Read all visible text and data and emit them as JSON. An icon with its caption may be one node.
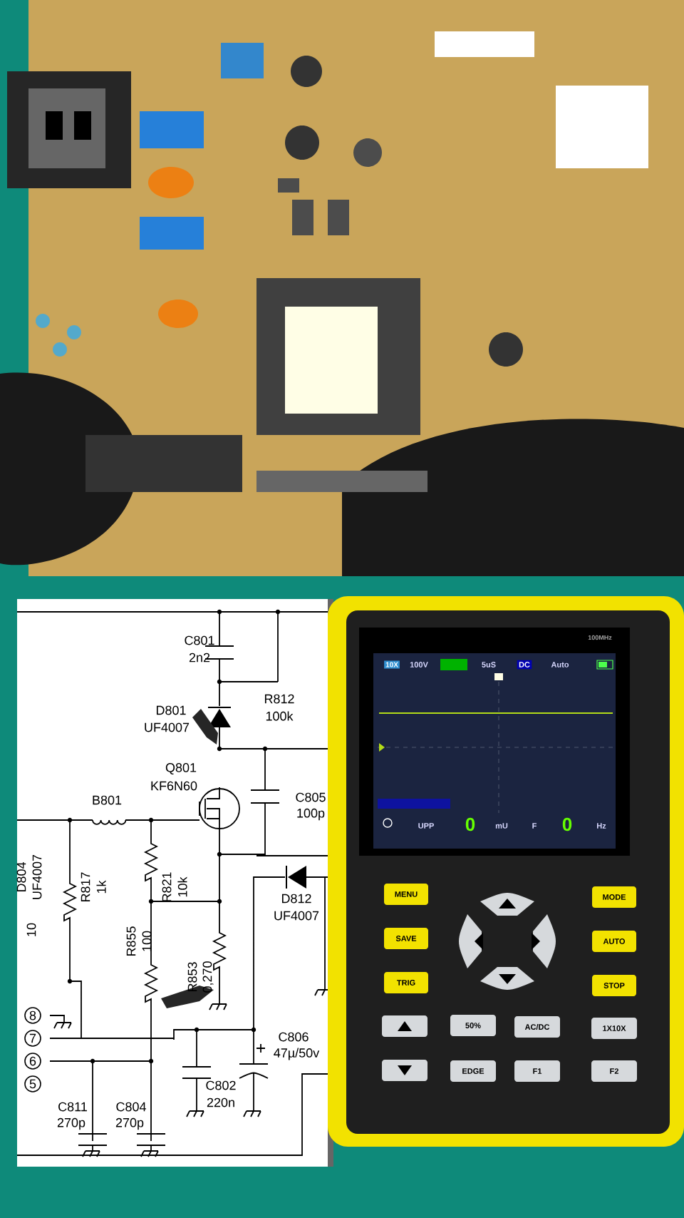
{
  "diagram": {
    "labels": [
      "C801",
      "2n2",
      "R812",
      "100k",
      "D801",
      "UF4007",
      "Q801",
      "KF6N60",
      "B801",
      "C805",
      "100p",
      "D804",
      "UF4007",
      "R817",
      "1k",
      "R821",
      "10k",
      "D812",
      "UF4007",
      "10",
      "R855",
      "100",
      "R853",
      "0,270",
      "8",
      "7",
      "6",
      "5",
      "C806",
      "47µ/50v",
      "C802",
      "220n",
      "C811",
      "270p",
      "C804",
      "270p",
      "100MHz",
      "10X",
      "100V",
      "5uS",
      "DC",
      "Auto",
      "UPP",
      "0",
      "mU",
      "F",
      "0",
      "Hz",
      "MENU",
      "SAVE",
      "TRIG",
      "MODE",
      "AUTO",
      "STOP",
      "50%",
      "AC/DC",
      "1X10X",
      "EDGE",
      "F1",
      "F2"
    ]
  }
}
